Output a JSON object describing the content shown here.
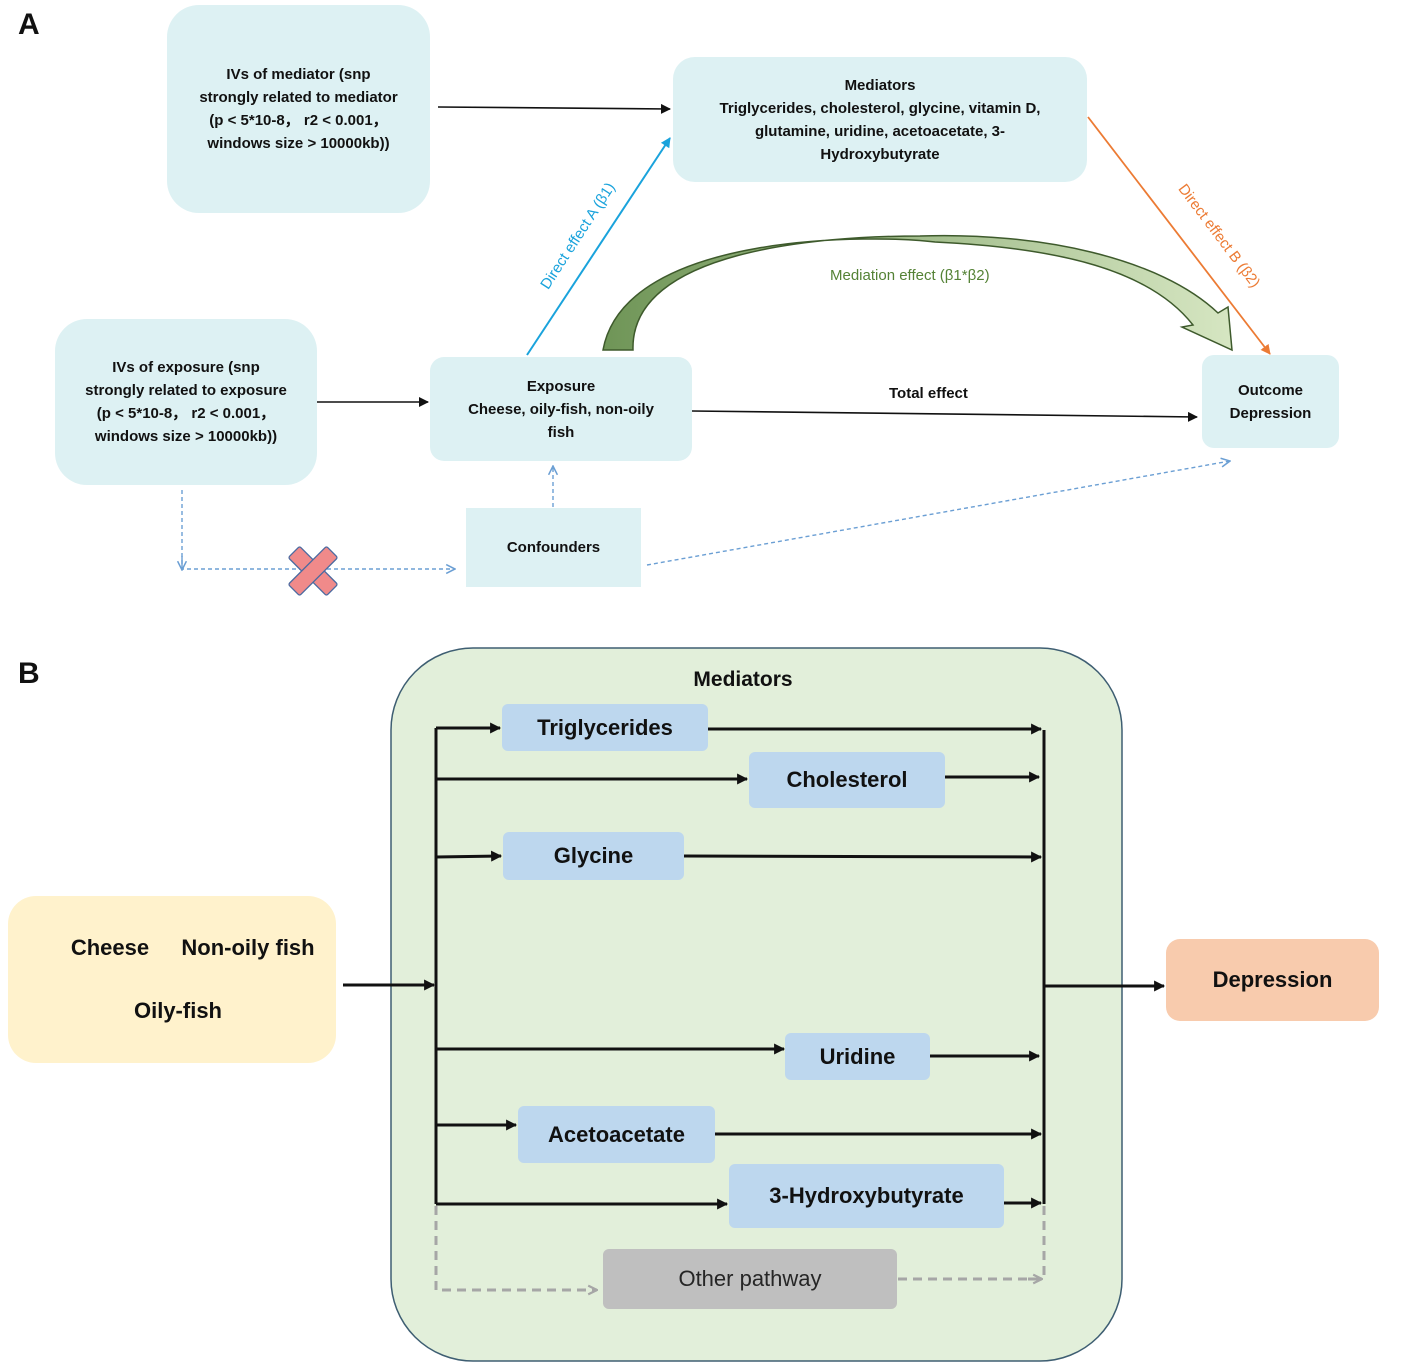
{
  "panelA": {
    "label": "A",
    "iv_mediator": {
      "lines": [
        "IVs of mediator (snp",
        "strongly related to mediator",
        "(p < 5*10-8， r2 <  0.001，",
        "windows size > 10000kb))"
      ]
    },
    "mediators": {
      "lines": [
        "Mediators",
        "Triglycerides, cholesterol, glycine, vitamin D,",
        "glutamine, uridine, acetoacetate, 3-",
        "Hydroxybutyrate"
      ]
    },
    "iv_exposure": {
      "lines": [
        "IVs of exposure (snp",
        "strongly related to exposure",
        "(p < 5*10-8， r2 <  0.001，",
        "windows size > 10000kb))"
      ]
    },
    "exposure": {
      "lines": [
        "Exposure",
        "Cheese, oily-fish, non-oily",
        "fish"
      ]
    },
    "outcome": {
      "lines": [
        "Outcome",
        "Depression"
      ]
    },
    "confounders": {
      "label": "Confounders"
    },
    "edges": {
      "direct_a": "Direct effect A (β1)",
      "direct_b": "Direct effect B (β2)",
      "mediation": "Mediation effect (β1*β2)",
      "total": "Total effect"
    },
    "colors": {
      "box_fill": "#ddf1f3",
      "direct_a": "#1aa3dc",
      "direct_b": "#ec7b34",
      "mediation_text": "#548235",
      "dashed": "#6b9fd4",
      "cross": "#f08a8a"
    },
    "icons": {
      "blocked": "cross-icon"
    }
  },
  "panelB": {
    "label": "B",
    "container_title": "Mediators",
    "exposures": {
      "cheese": "Cheese",
      "non_oily_fish": "Non-oily fish",
      "oily_fish": "Oily-fish"
    },
    "mediators": [
      {
        "label": "Triglycerides"
      },
      {
        "label": "Cholesterol"
      },
      {
        "label": "Glycine"
      },
      {
        "label": "Uridine"
      },
      {
        "label": "Acetoacetate"
      },
      {
        "label": "3-Hydroxybutyrate"
      }
    ],
    "other_pathway": "Other pathway",
    "outcome": "Depression",
    "colors": {
      "container_fill": "#e2efda",
      "container_border": "#3e5e72",
      "exposure_fill": "#fff2cc",
      "mediator_fill": "#bdd7ee",
      "other_fill": "#bfbfbf",
      "outcome_fill": "#f8cbad"
    }
  }
}
